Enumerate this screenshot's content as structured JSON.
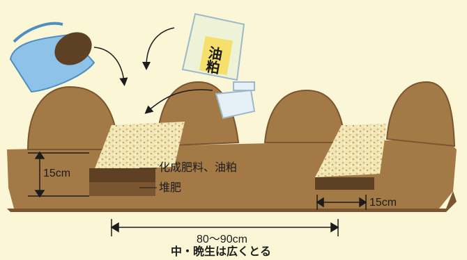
{
  "labels": {
    "fertilizer": "化成肥料、油粕",
    "compost": "堆肥",
    "depth": "15cm",
    "furrow_width": "15cm",
    "ridge_span": "80〜90cm",
    "ridge_span_note": "中・晩生は広くとる"
  },
  "bag_label": "油粕",
  "colors": {
    "background": "#fbf7d6",
    "soil": "#a37a45",
    "soil_dark": "#7b5530",
    "compost": "#5e4124",
    "fertilizer": "#efe3b0",
    "bucket": "#8fc2e8",
    "line": "#1c1c1c"
  }
}
